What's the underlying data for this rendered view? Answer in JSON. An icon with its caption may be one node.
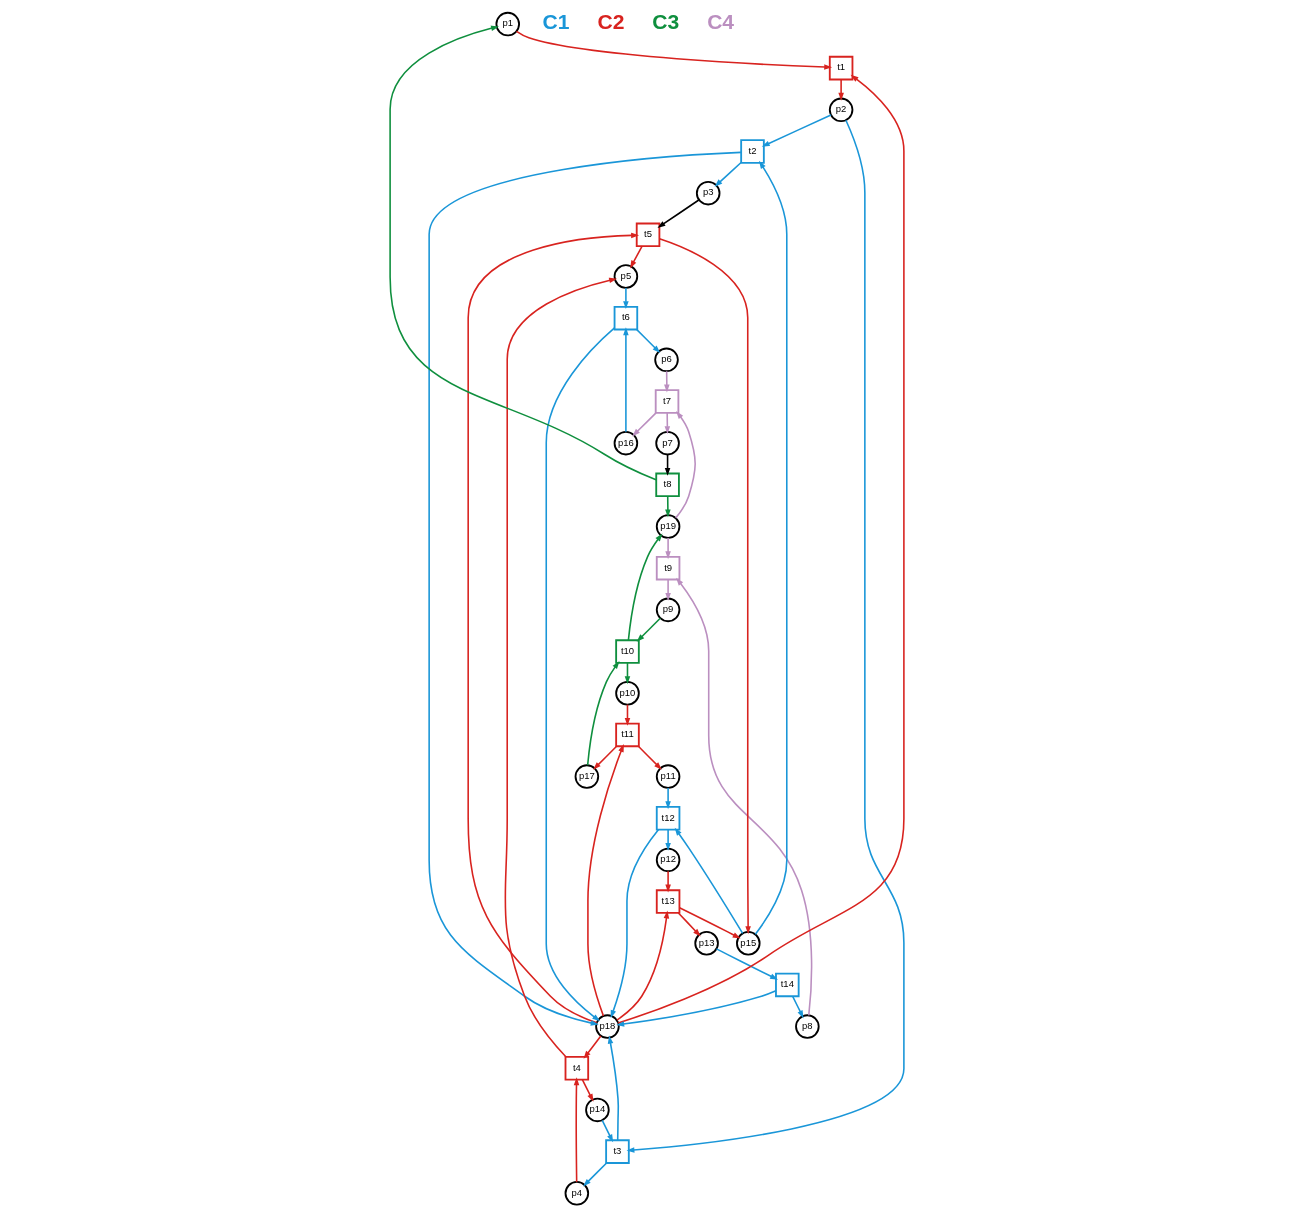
{
  "diagram": {
    "nodes": [
      {
        "text": [
          "p1"
        ]
      },
      {
        "text": [
          "p2"
        ]
      },
      {
        "text": [
          "p3"
        ]
      },
      {
        "text": [
          "p4"
        ]
      },
      {
        "text": [
          "p5"
        ]
      },
      {
        "text": [
          "p6"
        ]
      },
      {
        "text": [
          "p7"
        ]
      },
      {
        "text": [
          "p8"
        ]
      },
      {
        "text": [
          "p9"
        ]
      },
      {
        "text": [
          "p10"
        ]
      },
      {
        "text": [
          "p11"
        ]
      },
      {
        "text": [
          "p12"
        ]
      },
      {
        "text": [
          "p13"
        ]
      },
      {
        "text": [
          "p14"
        ]
      },
      {
        "text": [
          "p15"
        ]
      },
      {
        "text": [
          "p16"
        ]
      },
      {
        "text": [
          "p17"
        ]
      },
      {
        "text": [
          "p18"
        ]
      },
      {
        "text": [
          "p19"
        ]
      },
      {
        "text": [
          "t1"
        ]
      },
      {
        "text": [
          "t2"
        ]
      },
      {
        "text": [
          "t3"
        ]
      },
      {
        "text": [
          "t4"
        ]
      },
      {
        "text": [
          "t5"
        ]
      },
      {
        "text": [
          "t6"
        ]
      },
      {
        "text": [
          "t7"
        ]
      },
      {
        "text": [
          "t8"
        ]
      },
      {
        "text": [
          "t9"
        ]
      },
      {
        "text": [
          "t10"
        ]
      },
      {
        "text": [
          "t11"
        ]
      },
      {
        "text": [
          "t12"
        ]
      },
      {
        "text": [
          "t13"
        ]
      },
      {
        "text": [
          "t14"
        ]
      }
    ],
    "edges": [
      {
        "from": 32,
        "to": 7,
        "arrow": "to"
      },
      {
        "from": 32,
        "to": 17,
        "arrow": "to"
      },
      {
        "from": 12,
        "to": 32,
        "arrow": "to"
      },
      {
        "from": 31,
        "to": 12,
        "arrow": "to",
        "color": "#d8231f"
      },
      {
        "from": 11,
        "to": 31,
        "arrow": "to",
        "color": "#d8231f"
      },
      {
        "from": 31,
        "to": 14,
        "arrow": "to",
        "color": "#d8231f"
      },
      {
        "from": 17,
        "to": 31,
        "arrow": "to",
        "color": "#d8231f"
      },
      {
        "from": 30,
        "to": 11,
        "arrow": "to"
      },
      {
        "from": 14,
        "to": 30,
        "arrow": "to"
      },
      {
        "from": 30,
        "to": 17,
        "arrow": "to"
      },
      {
        "from": 10,
        "to": 30,
        "arrow": "to"
      },
      {
        "from": 29,
        "to": 10,
        "arrow": "to",
        "color": "#d8231f"
      },
      {
        "from": 17,
        "to": 29,
        "arrow": "to",
        "color": "#d8231f"
      },
      {
        "from": 29,
        "to": 16,
        "arrow": "to",
        "color": "#d8231f"
      },
      {
        "from": 9,
        "to": 29,
        "arrow": "to",
        "color": "#d8231f"
      },
      {
        "from": 28,
        "to": 9,
        "arrow": "to",
        "color": "#0f8f3e"
      },
      {
        "from": 16,
        "to": 28,
        "arrow": "to",
        "color": "#0f8f3e"
      },
      {
        "from": 8,
        "to": 28,
        "arrow": "to",
        "color": "#0f8f3e"
      },
      {
        "from": 28,
        "to": 18,
        "arrow": "to",
        "color": "#0f8f3e"
      },
      {
        "from": 27,
        "to": 8,
        "arrow": "to",
        "color": "#bb8fc0"
      },
      {
        "from": 7,
        "to": 27,
        "arrow": "to",
        "color": "#bb8fc0"
      },
      {
        "from": 18,
        "to": 27,
        "arrow": "to",
        "color": "#bb8fc0"
      },
      {
        "from": 18,
        "to": 25,
        "arrow": "to",
        "color": "#bb8fc0"
      },
      {
        "from": 26,
        "to": 18,
        "arrow": "to",
        "color": "#0f8f3e"
      },
      {
        "from": 6,
        "to": 26,
        "arrow": "to",
        "color": "#000000"
      },
      {
        "from": 25,
        "to": 6,
        "arrow": "to",
        "color": "#bb8fc0"
      },
      {
        "from": 25,
        "to": 15,
        "arrow": "to",
        "color": "#bb8fc0"
      },
      {
        "from": 5,
        "to": 25,
        "arrow": "to",
        "color": "#bb8fc0"
      },
      {
        "from": 24,
        "to": 5,
        "arrow": "to"
      },
      {
        "from": 15,
        "to": 24,
        "arrow": "to"
      },
      {
        "from": 4,
        "to": 24,
        "arrow": "to"
      },
      {
        "from": 24,
        "to": 17,
        "arrow": "to"
      },
      {
        "from": 23,
        "to": 4,
        "arrow": "to",
        "color": "#d8231f"
      },
      {
        "from": 22,
        "to": 4,
        "arrow": "to",
        "color": "#d8231f"
      },
      {
        "from": 17,
        "to": 23,
        "arrow": "to",
        "color": "#d8231f"
      },
      {
        "from": 17,
        "to": 22,
        "arrow": "to",
        "color": "#d8231f"
      },
      {
        "from": 17,
        "to": 19,
        "arrow": "to",
        "color": "#d8231f"
      },
      {
        "from": 23,
        "to": 14,
        "arrow": "to",
        "color": "#d8231f"
      },
      {
        "from": 2,
        "to": 23,
        "arrow": "to",
        "color": "#000000"
      },
      {
        "from": 20,
        "to": 2,
        "arrow": "to"
      },
      {
        "from": 20,
        "to": 17,
        "arrow": "to"
      },
      {
        "from": 14,
        "to": 20,
        "arrow": "to"
      },
      {
        "from": 21,
        "to": 17,
        "arrow": "to"
      },
      {
        "from": 21,
        "to": 3,
        "arrow": "to"
      },
      {
        "from": 13,
        "to": 21,
        "arrow": "to"
      },
      {
        "from": 3,
        "to": 22,
        "arrow": "to",
        "color": "#d8231f"
      },
      {
        "from": 22,
        "to": 13,
        "arrow": "to",
        "color": "#d8231f"
      },
      {
        "from": 1,
        "to": 20,
        "arrow": "to"
      },
      {
        "from": 1,
        "to": 21,
        "arrow": "to"
      },
      {
        "from": 19,
        "to": 1,
        "arrow": "to",
        "color": "#d8231f"
      },
      {
        "from": 0,
        "to": 19,
        "arrow": "to",
        "color": "#d8231f"
      },
      {
        "from": 26,
        "to": 0,
        "arrow": "to",
        "color": "#0f8f3e"
      }
    ],
    "labels": [
      "C1",
      "C2",
      "C3",
      "C4"
    ]
  }
}
